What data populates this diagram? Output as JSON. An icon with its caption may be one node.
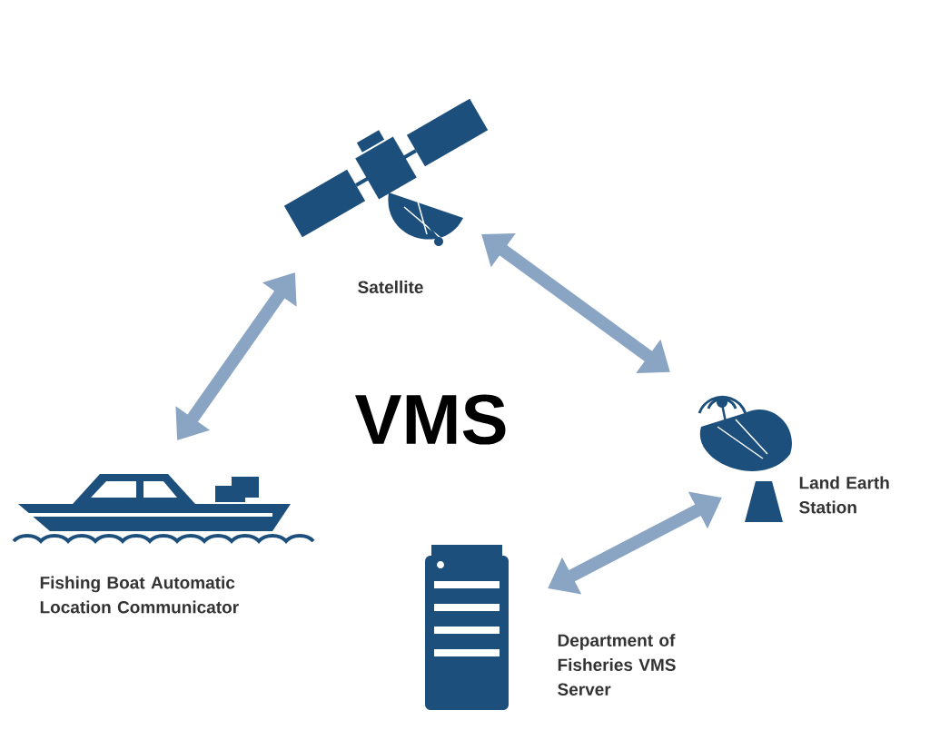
{
  "diagram": {
    "title": "VMS",
    "nodes": [
      {
        "text": [
          "Satellite"
        ]
      },
      {
        "text": [
          "Fishing Boat Automatic Location Communicator"
        ]
      },
      {
        "text": [
          "Land Earth Station"
        ]
      },
      {
        "text": [
          "Department of Fisheries VMS Server"
        ]
      }
    ],
    "edges": [
      {
        "from": 1,
        "to": 0,
        "arrow": "both"
      },
      {
        "from": 0,
        "to": 2,
        "arrow": "both"
      },
      {
        "from": 2,
        "to": 3,
        "arrow": "both"
      }
    ]
  }
}
